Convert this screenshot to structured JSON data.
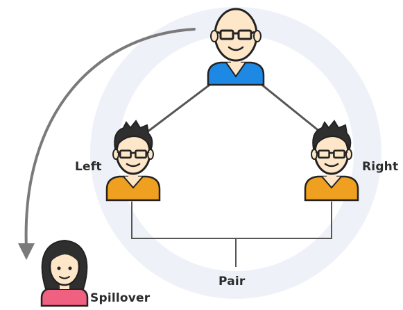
{
  "diagram": {
    "labels": {
      "left": "Left",
      "right": "Right",
      "pair": "Pair",
      "spillover": "Spillover"
    },
    "nodes": [
      {
        "id": "top",
        "role": "sponsor",
        "hair": "bald",
        "shirt_color": "#1e88e5"
      },
      {
        "id": "left",
        "role": "left-leg",
        "hair": "spiky",
        "shirt_color": "#f0a020"
      },
      {
        "id": "right",
        "role": "right-leg",
        "hair": "spiky",
        "shirt_color": "#f0a020"
      },
      {
        "id": "spillover",
        "role": "spillover",
        "hair": "long",
        "shirt_color": "#f06080"
      }
    ],
    "colors": {
      "line": "#555555",
      "arrow": "#7a7a7a",
      "skin": "#fde7c8",
      "outline": "#222222",
      "hair": "#2f2f2f",
      "watermark": "#eef2f8"
    }
  }
}
